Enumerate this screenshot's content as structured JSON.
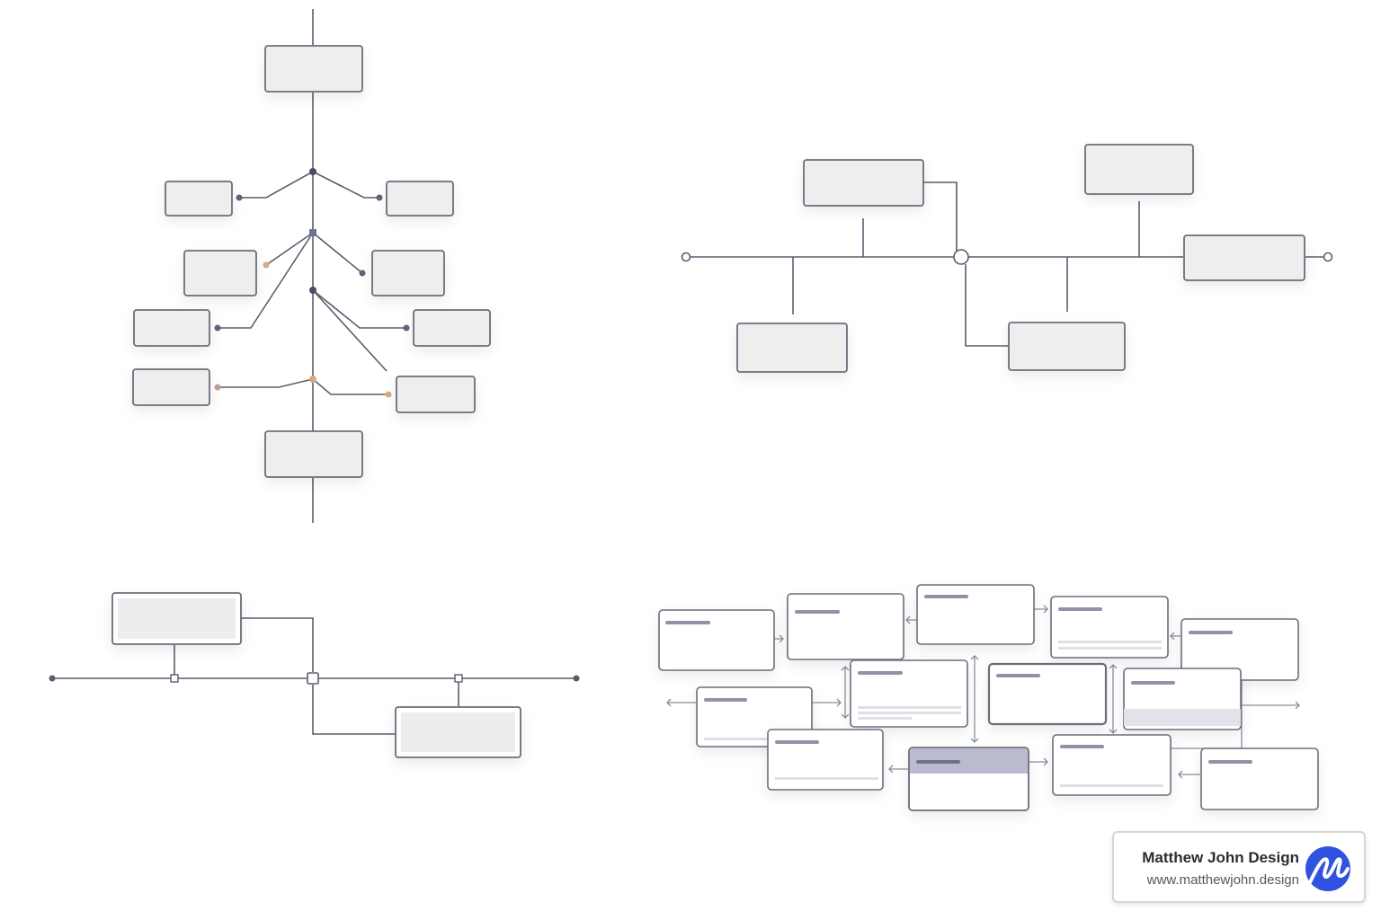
{
  "colors": {
    "line": "#5a5d6e",
    "box_fill": "#eeeeef",
    "box_stroke": "#6b6e7c",
    "accent_orange": "#dca77e",
    "highlight_fill": "#b9bccf",
    "logo_blue": "#2f52e0"
  },
  "badge": {
    "name": "Matthew John Design",
    "url": "www.matthewjohn.design",
    "logo_icon": "mj-monogram-logo"
  }
}
